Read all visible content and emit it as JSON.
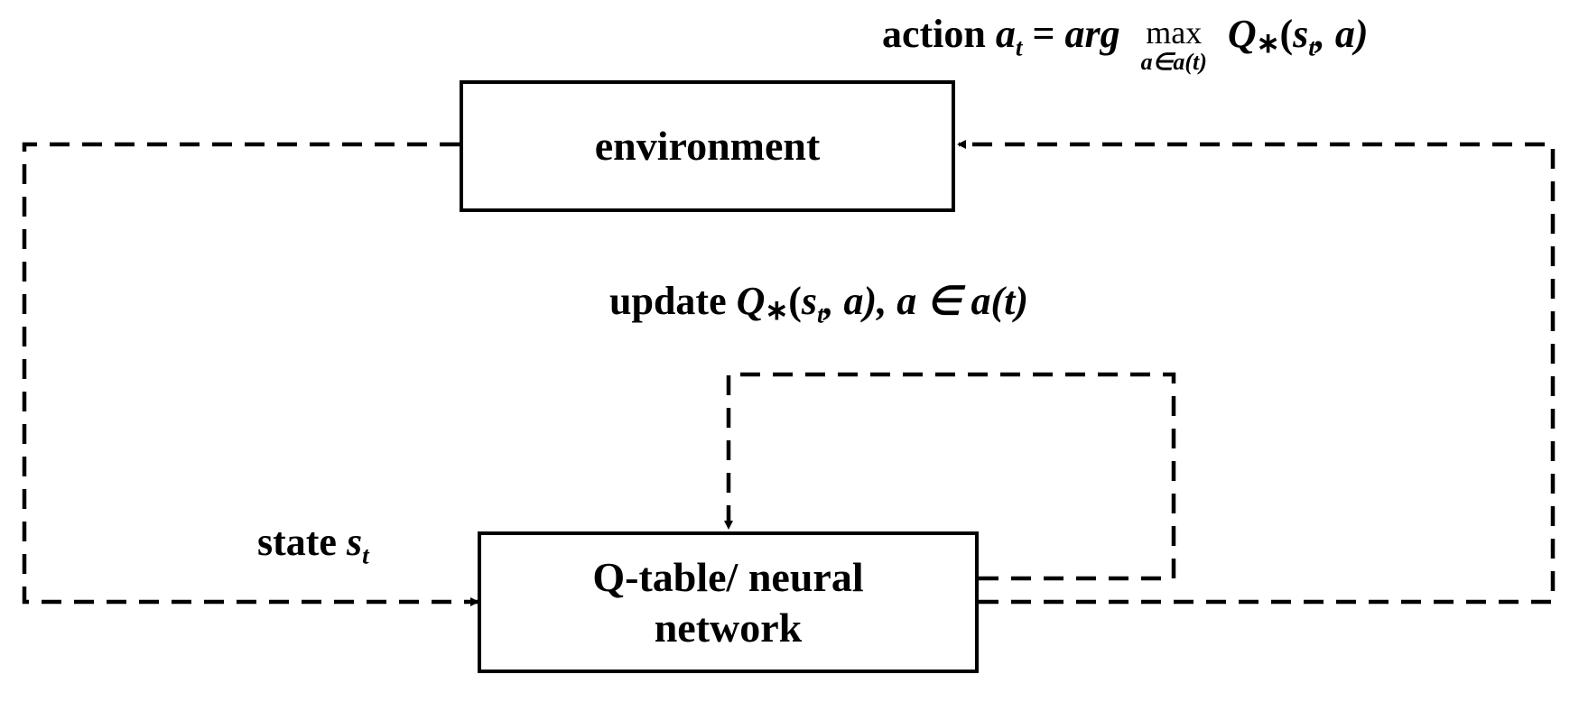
{
  "nodes": {
    "environment": "environment",
    "q_network_line1": "Q-table/ neural",
    "q_network_line2": "network"
  },
  "labels": {
    "action": {
      "word": "action",
      "var": "a",
      "sub": "t",
      "eq": "=",
      "argword": "arg",
      "max": "max",
      "max_sub": "a∈a(t)",
      "q": "Q",
      "star": "∗",
      "args_open": "(",
      "s": "s",
      "s_sub": "t",
      "rest": ", a)"
    },
    "update": {
      "word": "update",
      "q": "Q",
      "star": "∗",
      "args_open": "(",
      "s": "s",
      "s_sub": "t",
      "rest": ", a), a ∈ a(t)"
    },
    "state": {
      "word": "state",
      "var": "s",
      "sub": "t"
    }
  },
  "colors": {
    "line": "#000000",
    "background": "#ffffff"
  }
}
